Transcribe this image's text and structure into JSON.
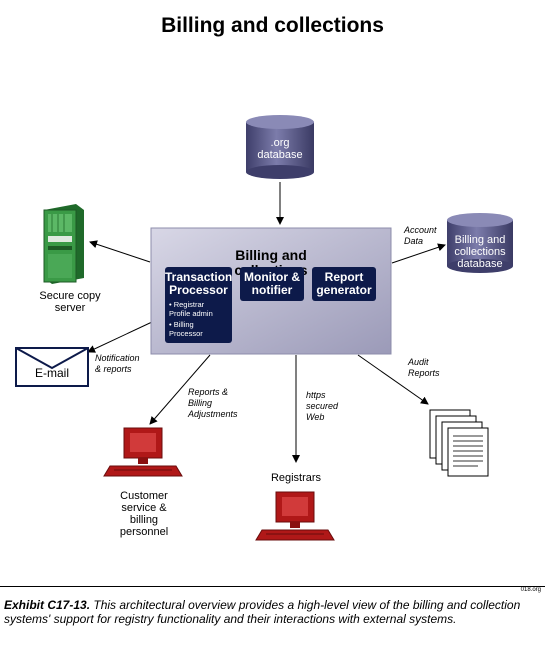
{
  "title": "Billing and collections",
  "org_db": ".org\ndatabase",
  "central": {
    "title": "Billing and\ncollections",
    "tp_title": "Transaction\nProcessor",
    "tp_items": [
      "Registrar\nProfile admin",
      "Billing\nProcessor"
    ],
    "monitor": "Monitor &\nnotifier",
    "report": "Report\ngenerator"
  },
  "billing_db": "Billing and\ncollections\ndatabase",
  "account_data": "Account\nData",
  "secure_copy": "Secure copy\nserver",
  "email": "E-mail",
  "notification": "Notification\n& reports",
  "reports_billing": "Reports &\nBilling\nAdjustments",
  "https": "https\nsecured\nWeb",
  "audit": "Audit\nReports",
  "customer": "Customer\nservice &\nbilling\npersonnel",
  "registrars": "Registrars",
  "footnote_code": "018.org",
  "caption_lead": "Exhibit C17-13.",
  "caption_text": "This architectural overview provides a high-level view of the billing and collection systems' support for registry functionality and their interactions with external systems.",
  "colors": {
    "cylinder": "#5a5a88",
    "central_box": "#b9b8d0",
    "inner": "#0d1a4a",
    "computer": "#b01818",
    "server": "#2f8a3a"
  }
}
